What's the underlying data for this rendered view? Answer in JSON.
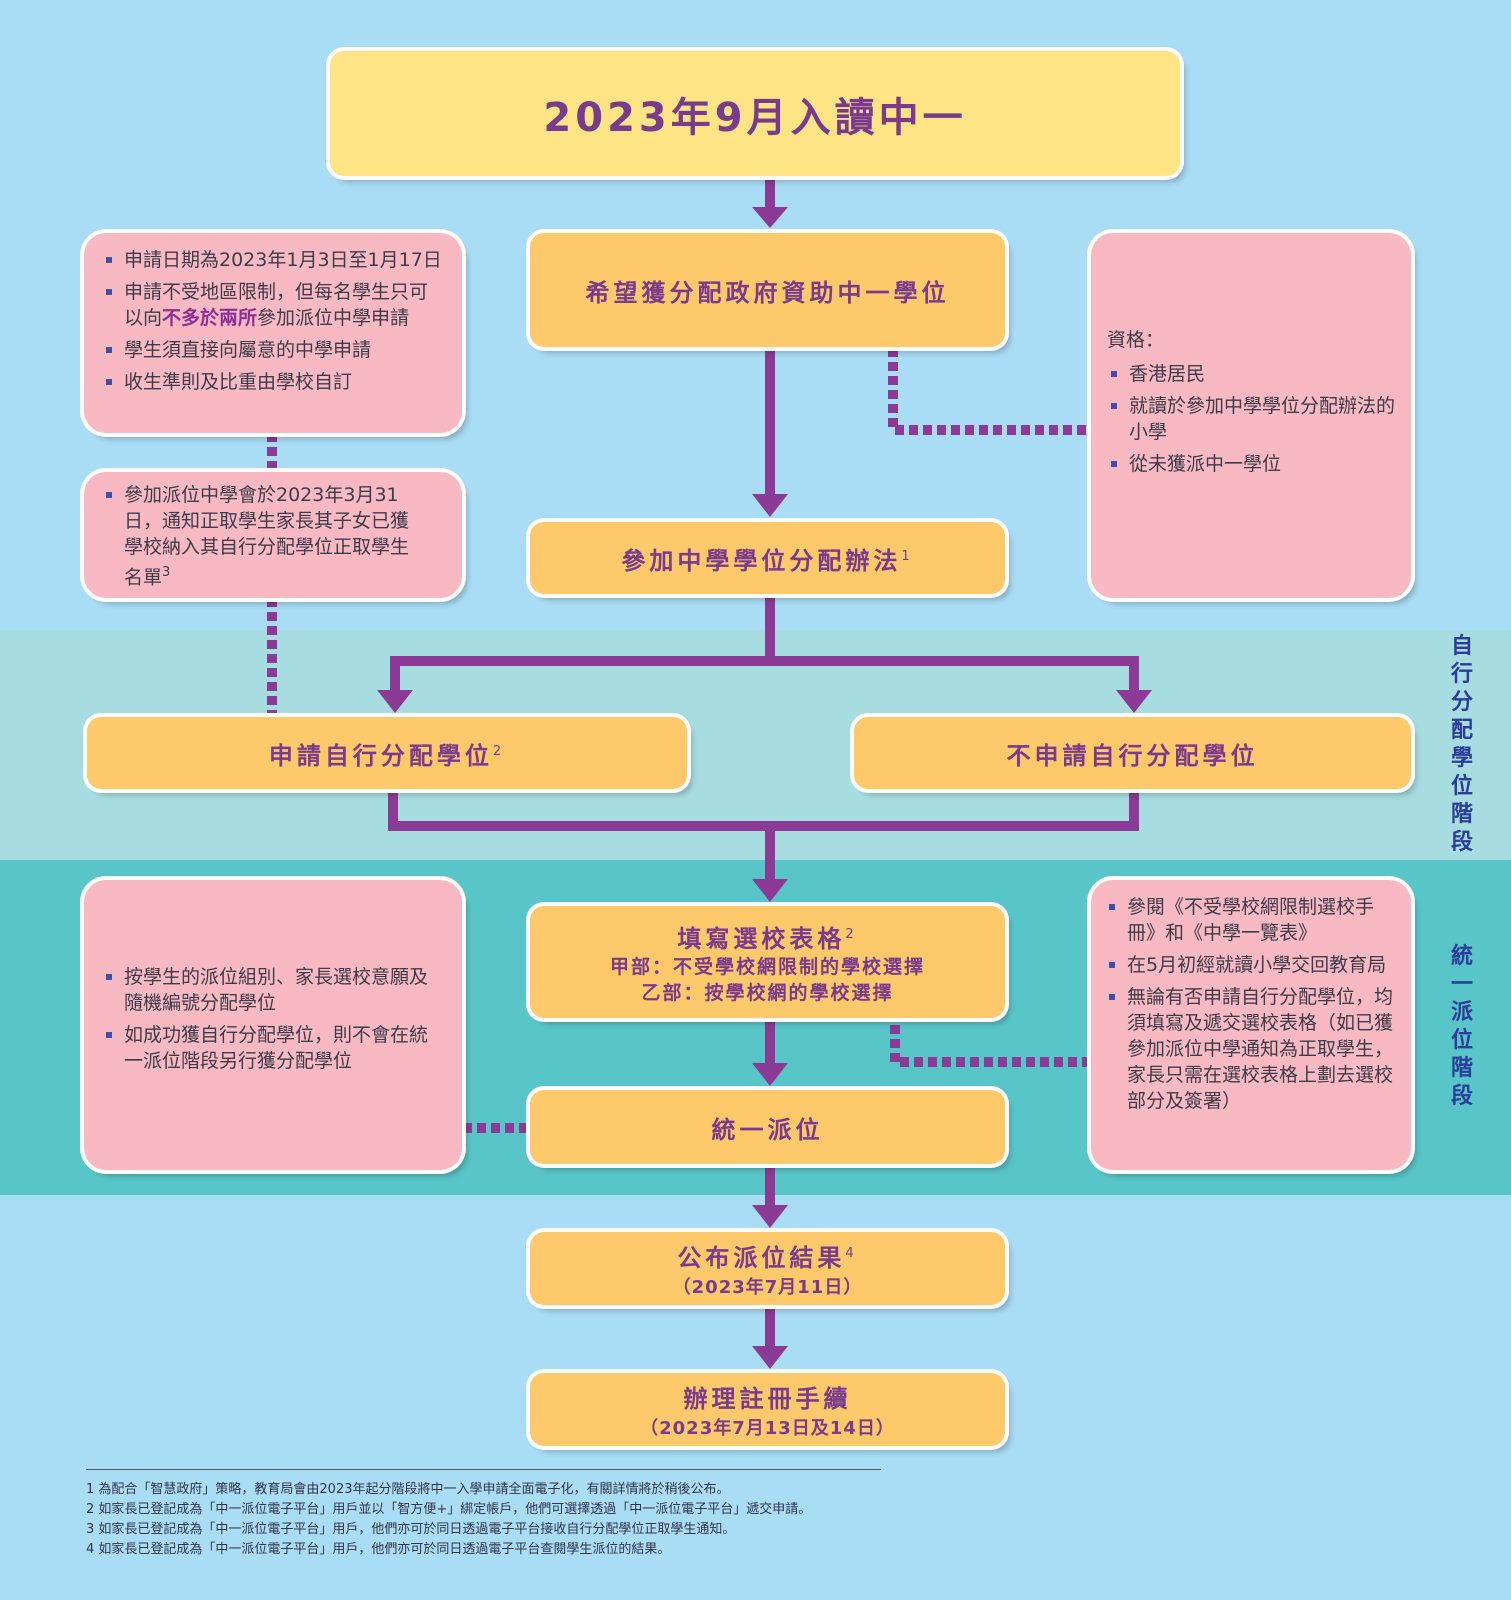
{
  "title": "2023年9月入讀中一",
  "stage_labels": {
    "self_allocation": [
      "自",
      "行",
      "分",
      "配",
      "學",
      "位",
      "階",
      "段"
    ],
    "unified_allocation": [
      "統",
      "一",
      "派",
      "位",
      "階",
      "段"
    ]
  },
  "flow": {
    "wish": "希望獲分配政府資助中一學位",
    "join_label": "參加中學學位分配辦法",
    "join_sup": "1",
    "apply_label": "申請自行分配學位",
    "apply_sup": "2",
    "no_apply": "不申請自行分配學位",
    "form_label": "填寫選校表格",
    "form_sup": "2",
    "form_part_a": "甲部：不受學校網限制的學校選擇",
    "form_part_b": "乙部：按學校網的學校選擇",
    "central": "統一派位",
    "result_label": "公布派位結果",
    "result_sup": "4",
    "result_date": "（2023年7月11日）",
    "register_label": "辦理註冊手續",
    "register_date": "（2023年7月13日及14日）"
  },
  "notes": {
    "application": {
      "item1": "申請日期為2023年1月3日至1月17日",
      "item2_pre": "申請不受地區限制，但每名學生只可以向",
      "item2_hl": "不多於兩所",
      "item2_post": "參加派位中學申請",
      "item3": "學生須直接向屬意的中學申請",
      "item4": "收生準則及比重由學校自訂"
    },
    "notification": {
      "text": "參加派位中學會於2023年3月31日，通知正取學生家長其子女已獲學校納入其自行分配學位正取學生名單",
      "sup": "3"
    },
    "eligibility": {
      "heading": "資格：",
      "items": [
        "香港居民",
        "就讀於參加中學學位分配辦法的小學",
        "從未獲派中一學位"
      ]
    },
    "central_rules": {
      "items": [
        "按學生的派位組別、家長選校意願及隨機編號分配學位",
        "如成功獲自行分配學位，則不會在統一派位階段另行獲分配學位"
      ]
    },
    "form_rules": {
      "items": [
        "參閱《不受學校網限制選校手冊》和《中學一覽表》",
        "在5月初經就讀小學交回教育局",
        "無論有否申請自行分配學位，均須填寫及遞交選校表格（如已獲參加派位中學通知為正取學生，家長只需在選校表格上劃去選校部分及簽署）"
      ]
    }
  },
  "footnotes": [
    "1 為配合「智慧政府」策略，教育局會由2023年起分階段將中一入學申請全面電子化，有關詳情將於稍後公布。",
    "2 如家長已登記成為「中一派位電子平台」用戶並以「智方便+」綁定帳戶，他們可選擇透過「中一派位電子平台」遞交申請。",
    "3 如家長已登記成為「中一派位電子平台」用戶，他們亦可於同日透過電子平台接收自行分配學位正取學生通知。",
    "4 如家長已登記成為「中一派位電子平台」用戶，他們亦可於同日透過電子平台查閱學生派位的結果。"
  ],
  "colors": {
    "sky": "#a9dcf5",
    "band_self": "#a7dde0",
    "band_unified": "#58c6c9",
    "yellow_box": "#fdc96a",
    "title_box": "#fee484",
    "pink_box": "#f8b9c3",
    "connector": "#8b3a96",
    "label_purple": "#7a3b8c",
    "stage_blue": "#2c3c9a"
  }
}
